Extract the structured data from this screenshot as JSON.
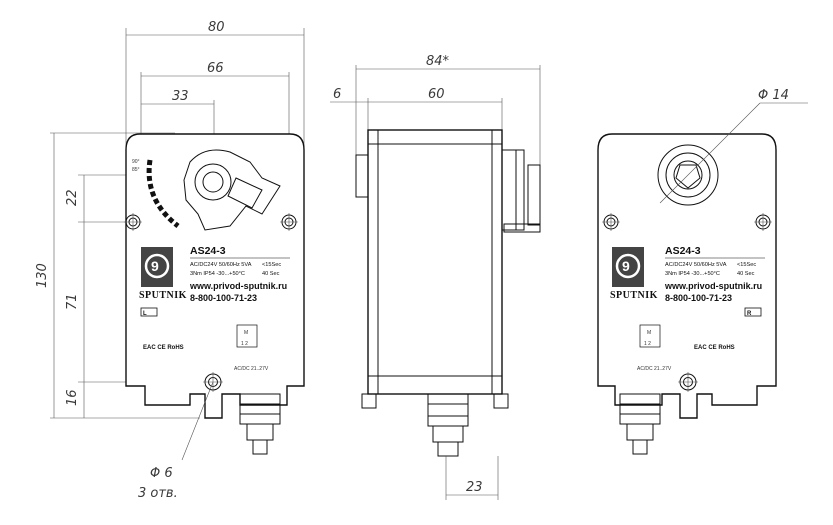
{
  "dimensions": {
    "width_total": "80",
    "width_holes": "66",
    "width_center": "33",
    "height_total": "130",
    "height_upper": "22",
    "height_mid": "71",
    "height_lower": "16",
    "hole_dia": "Φ 6",
    "hole_count": "3 отв.",
    "side_depth": "84*",
    "side_body": "60",
    "side_offset": "6",
    "gland_width": "23",
    "shaft_dia": "Φ 14"
  },
  "label": {
    "model": "AS24-3",
    "spec_line1": "AC/DC24V  50/60Hz  5VA",
    "spec_time1": "<15Sec",
    "spec_line2": "3Nm  IP54  -30...+50°C",
    "spec_time2": "40 Sec",
    "website": "www.privod-sputnik.ru",
    "phone": "8-800-100-71-23",
    "brand": "SPUTNIK",
    "certs": "EAC CE RoHS",
    "wiring_motor": "M",
    "wiring_pins": "1  2",
    "wiring_text": "AC/DC 21..27V",
    "scale_90": "90°",
    "scale_85": "85°",
    "dir_left": "L",
    "dir_right": "R"
  },
  "colors": {
    "stroke": "#111111",
    "dimension": "#3a3a3a",
    "background": "#ffffff"
  }
}
